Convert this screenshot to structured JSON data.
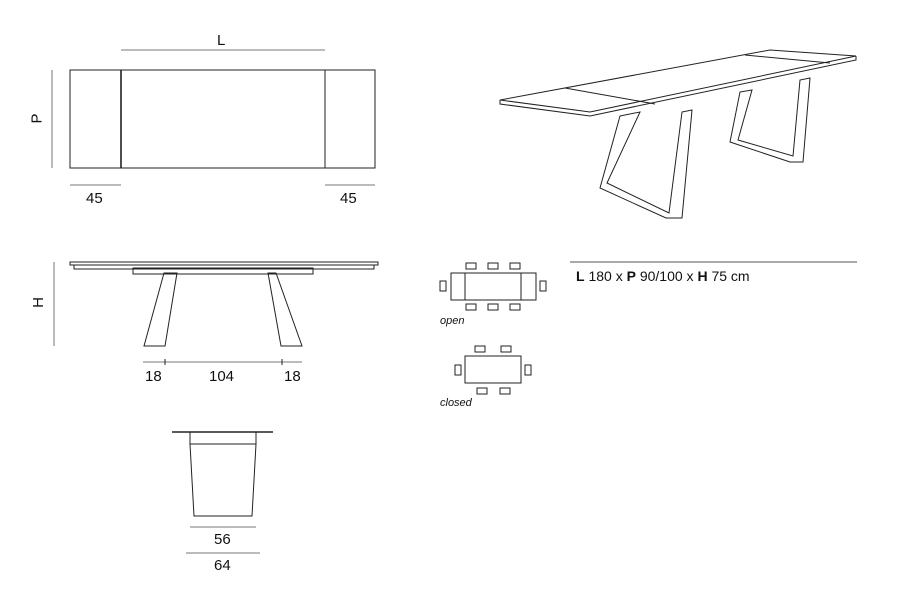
{
  "top_view": {
    "length_label": "L",
    "depth_label": "P",
    "left_extension": "45",
    "right_extension": "45"
  },
  "side_view": {
    "height_label": "H",
    "left_dim": "18",
    "middle_dim": "104",
    "right_dim": "18"
  },
  "end_view": {
    "base_dim": "56",
    "top_dim": "64"
  },
  "seating": {
    "open_label": "open",
    "closed_label": "closed",
    "open_seats": 8,
    "closed_seats": 6
  },
  "spec": {
    "l_key": "L",
    "l_val": "180 x",
    "p_key": "P",
    "p_val": "90/100 x",
    "h_key": "H",
    "h_val": "75 cm"
  }
}
